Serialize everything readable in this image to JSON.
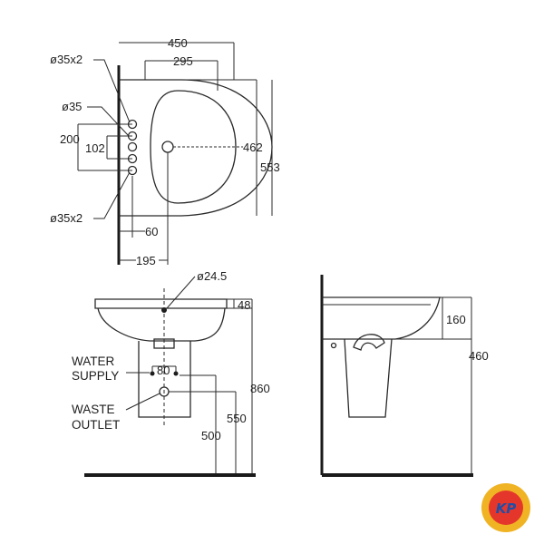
{
  "top_view": {
    "dim_450": "450",
    "dim_295": "295",
    "dim_462": "462",
    "dim_553": "553",
    "dim_hole_top": "ø35x2",
    "dim_hole_mid": "ø35",
    "dim_200": "200",
    "dim_102": "102",
    "dim_hole_bottom": "ø35x2",
    "dim_60": "60",
    "dim_195": "195"
  },
  "front_view": {
    "dim_drain": "ø24.5",
    "dim_48": "48",
    "dim_80": "80",
    "dim_860": "860",
    "dim_550": "550",
    "dim_500": "500",
    "label_water_1": "WATER",
    "label_water_2": "SUPPLY",
    "label_waste_1": "WASTE",
    "label_waste_2": "OUTLET"
  },
  "side_view": {
    "dim_160": "160",
    "dim_460": "460"
  },
  "logo": {
    "text": "KP",
    "colors": {
      "ring": "#f0b323",
      "inner": "#e5362c",
      "text": "#ffffff"
    }
  }
}
